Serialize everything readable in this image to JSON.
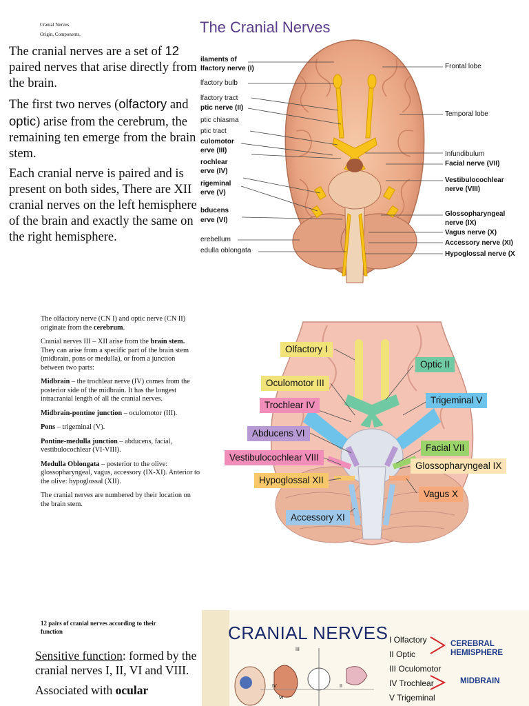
{
  "section1": {
    "small_heading_1": "Cranial Nerves",
    "small_heading_2": "Origin, Components,",
    "para1_a": "The cranial nerves are a set of ",
    "para1_b": "12",
    "para1_c": " paired nerves that arise directly from the brain.",
    "para2_a": "The first two nerves (",
    "para2_b": "olfactory",
    "para2_c": " and ",
    "para2_d": "optic",
    "para2_e": ") arise from the cerebrum,  the remaining ten emerge from the brain stem.",
    "para3": "Each cranial nerve is paired and is present on both sides, There are XII cranial nerves on the left hemisphere of the brain and exactly the same on the right hemisphere.",
    "figure_title": "The Cranial Nerves",
    "left_labels": [
      "ilaments of",
      "lfactory nerve (I)",
      "lfactory bulb",
      "lfactory tract",
      "ptic nerve (II)",
      "ptic chiasma",
      "ptic tract",
      "culomotor",
      "erve (III)",
      "rochlear",
      "erve (IV)",
      "rigeminal",
      "erve (V)",
      "bducens",
      "erve (VI)",
      "erebellum",
      "edulla oblongata"
    ],
    "right_labels": [
      "Frontal lobe",
      "Temporal lobe",
      "Infundibulum",
      "Facial nerve (VII)",
      "Vestibulocochlear",
      "nerve (VIII)",
      "Glossopharyngeal",
      "nerve (IX)",
      "Vagus nerve (X)",
      "Accessory nerve (XI)",
      "Hypoglossal nerve (X"
    ]
  },
  "section2": {
    "p1_a": "The olfactory nerve (CN I) and optic nerve (CN II) originate from the ",
    "p1_b": "cerebrum",
    "p1_c": ".",
    "p2_a": "Cranial nerves III – XII arise from the ",
    "p2_b": "brain stem.",
    "p2_c": "  They can arise from a specific part of the brain stem (midbrain, pons or medulla), or from a junction between two parts:",
    "p3_a": "Midbrain",
    "p3_b": " – the trochlear nerve (IV) comes from the posterior side of the midbrain. It has the longest intracranial length of all the cranial nerves.",
    "p4_a": "Midbrain-pontine junction",
    "p4_b": " – oculomotor (III).",
    "p5_a": "Pons",
    "p5_b": " – trigeminal (V).",
    "p6_a": "Pontine-medulla junction",
    "p6_b": " – abducens, facial, vestibulocochlear (VI-VIII).",
    "p7_a": "Medulla Oblongata",
    "p7_b": " – posterior to the olive: glossopharyngeal, vagus, accessory (IX-XI). Anterior to the olive: hypoglossal (XII).",
    "p8": "The cranial nerves are numbered by their location on the brain stem.",
    "tags": [
      {
        "label": "Olfactory I",
        "color": "#f2e27a"
      },
      {
        "label": "Optic II",
        "color": "#6fcaa3"
      },
      {
        "label": "Oculomotor III",
        "color": "#f2e27a"
      },
      {
        "label": "Trochlear IV",
        "color": "#f08db8"
      },
      {
        "label": "Trigeminal V",
        "color": "#6ec3ea"
      },
      {
        "label": "Abducens VI",
        "color": "#b79ad4"
      },
      {
        "label": "Facial VII",
        "color": "#9bd36b"
      },
      {
        "label": "Vestibulocochlear VIII",
        "color": "#f08db8"
      },
      {
        "label": "Glossopharyngeal IX",
        "color": "#fbe3b5"
      },
      {
        "label": "Hypoglossal XII",
        "color": "#f6c76b"
      },
      {
        "label": "Vagus X",
        "color": "#f6a878"
      },
      {
        "label": "Accessory XI",
        "color": "#9ec8ea"
      }
    ]
  },
  "section3": {
    "heading_1": "12 pairs of cranial nerves according to their",
    "heading_2": "function",
    "text_a": "Sensitive function",
    "text_b": ": formed by the cranial nerves I, II, VI and VIII.",
    "text_c": "Associated with ",
    "text_d": "ocular",
    "figure_title": "CRANIAL NERVES",
    "list": [
      "I Olfactory",
      "II Optic",
      "III Oculomotor",
      "IV Trochlear",
      "V Trigeminal"
    ],
    "group_1": "CEREBRAL HEMISPHERE",
    "group_2": "MIDBRAIN",
    "small_labels": [
      "III",
      "IV",
      "VI",
      "II"
    ]
  }
}
